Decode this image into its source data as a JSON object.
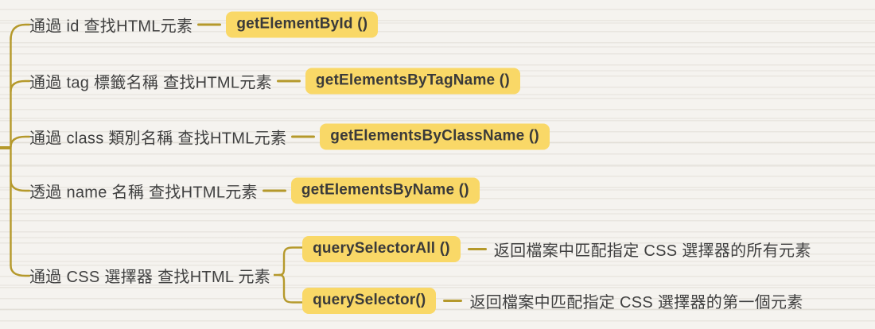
{
  "theme": {
    "background": "#f5f3ef",
    "node_fill": "#f9d867",
    "node_text": "#3a3a3a",
    "label_text": "#404040",
    "connector": "#b5992b"
  },
  "mindmap": {
    "branches": [
      {
        "label": "通過 id 查找HTML元素",
        "method": "getElementById ()"
      },
      {
        "label": "通過 tag 標籤名稱 查找HTML元素",
        "method": "getElementsByTagName ()"
      },
      {
        "label": "通過 class 類別名稱 查找HTML元素",
        "method": "getElementsByClassName ()"
      },
      {
        "label": "透過 name 名稱 查找HTML元素",
        "method": "getElementsByName ()"
      },
      {
        "label": "通過 CSS 選擇器 查找HTML 元素",
        "children": [
          {
            "method": "querySelectorAll ()",
            "description": "返回檔案中匹配指定 CSS 選擇器的所有元素"
          },
          {
            "method": "querySelector()",
            "description": "返回檔案中匹配指定 CSS 選擇器的第一個元素"
          }
        ]
      }
    ]
  }
}
